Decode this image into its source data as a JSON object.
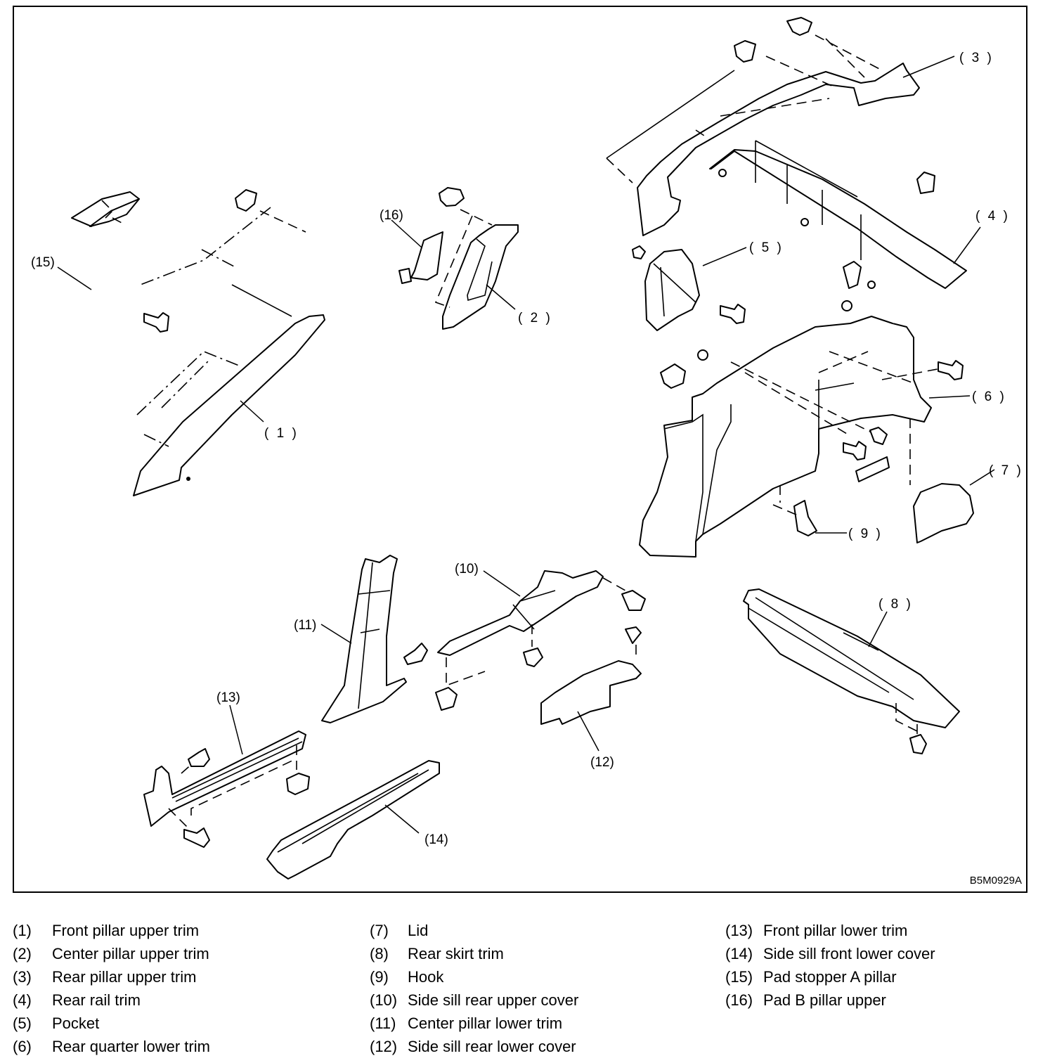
{
  "figure": {
    "code": "B5M0929A",
    "callouts": [
      {
        "num": 1,
        "label": "( 1 )"
      },
      {
        "num": 2,
        "label": "( 2 )"
      },
      {
        "num": 3,
        "label": "( 3 )"
      },
      {
        "num": 4,
        "label": "( 4 )"
      },
      {
        "num": 5,
        "label": "( 5 )"
      },
      {
        "num": 6,
        "label": "( 6 )"
      },
      {
        "num": 7,
        "label": "( 7 )"
      },
      {
        "num": 8,
        "label": "( 8 )"
      },
      {
        "num": 9,
        "label": "( 9 )"
      },
      {
        "num": 10,
        "label": "(10)"
      },
      {
        "num": 11,
        "label": "(11)"
      },
      {
        "num": 12,
        "label": "(12)"
      },
      {
        "num": 13,
        "label": "(13)"
      },
      {
        "num": 14,
        "label": "(14)"
      },
      {
        "num": 15,
        "label": "(15)"
      },
      {
        "num": 16,
        "label": "(16)"
      }
    ]
  },
  "legend": {
    "columns": [
      [
        {
          "num": "(1)",
          "name": "Front pillar upper trim"
        },
        {
          "num": "(2)",
          "name": "Center pillar upper trim"
        },
        {
          "num": "(3)",
          "name": "Rear pillar upper trim"
        },
        {
          "num": "(4)",
          "name": "Rear rail trim"
        },
        {
          "num": "(5)",
          "name": "Pocket"
        },
        {
          "num": "(6)",
          "name": "Rear quarter lower trim"
        }
      ],
      [
        {
          "num": "(7)",
          "name": "Lid"
        },
        {
          "num": "(8)",
          "name": "Rear skirt trim"
        },
        {
          "num": "(9)",
          "name": "Hook"
        },
        {
          "num": "(10)",
          "name": "Side sill rear upper cover"
        },
        {
          "num": "(11)",
          "name": "Center pillar lower trim"
        },
        {
          "num": "(12)",
          "name": "Side sill rear lower cover"
        }
      ],
      [
        {
          "num": "(13)",
          "name": "Front pillar lower trim"
        },
        {
          "num": "(14)",
          "name": "Side sill front lower cover"
        },
        {
          "num": "(15)",
          "name": "Pad stopper A pillar"
        },
        {
          "num": "(16)",
          "name": "Pad B pillar upper"
        }
      ]
    ]
  }
}
